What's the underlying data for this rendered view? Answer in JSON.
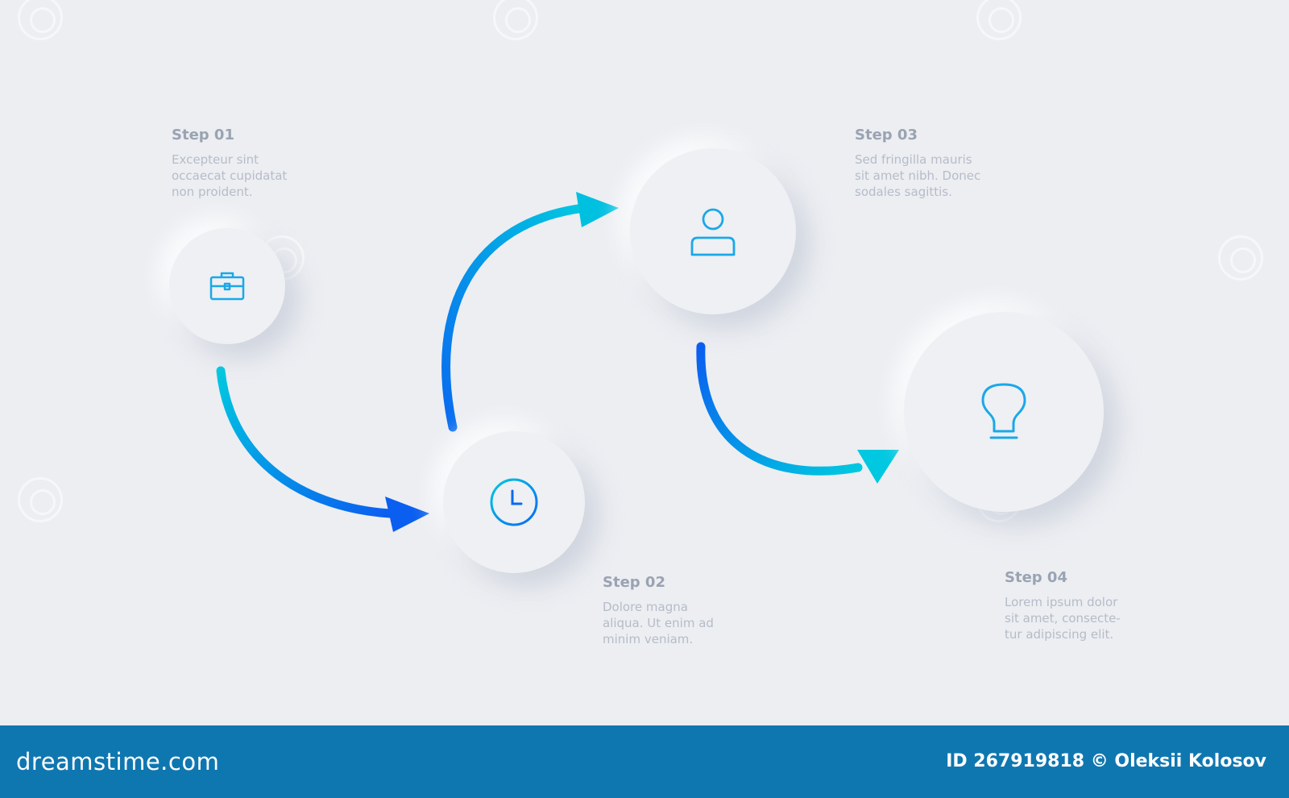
{
  "steps": [
    {
      "title": "Step 01",
      "desc": [
        "Excepteur sint",
        "occaecat cupidatat",
        "non proident."
      ],
      "icon": "briefcase-icon"
    },
    {
      "title": "Step 02",
      "desc": [
        "Dolore magna",
        "aliqua. Ut enim ad",
        "minim veniam."
      ],
      "icon": "clock-icon"
    },
    {
      "title": "Step 03",
      "desc": [
        "Sed fringilla mauris",
        "sit amet nibh. Donec",
        "sodales sagittis."
      ],
      "icon": "user-icon"
    },
    {
      "title": "Step 04",
      "desc": [
        "Lorem ipsum dolor",
        "sit amet, consecte-",
        "tur adipiscing elit."
      ],
      "icon": "lightbulb-icon"
    }
  ],
  "colors": {
    "background": "#eceef2",
    "accent_start": "#00c8e0",
    "accent_end": "#0a5ef0",
    "footer": "#0f77b0"
  },
  "footer": {
    "logo": "dreamstime.com",
    "credit": "ID 267919818 © Oleksii Kolosov"
  }
}
